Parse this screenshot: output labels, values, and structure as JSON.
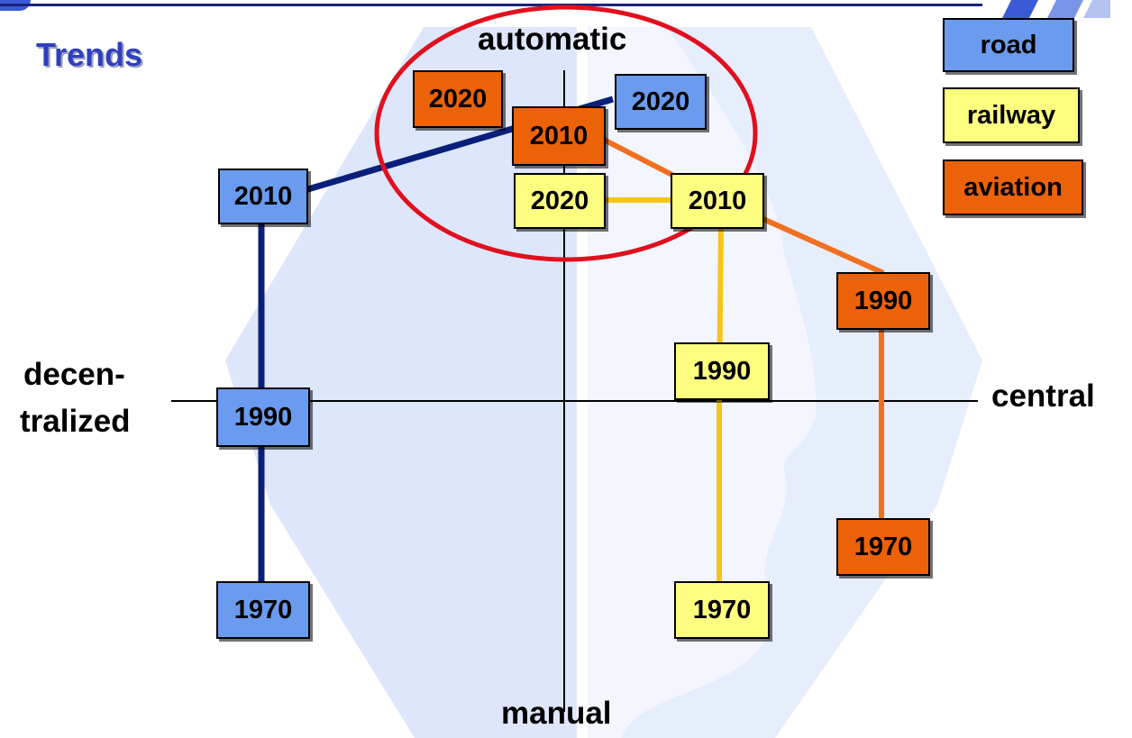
{
  "title": "Trends",
  "axes": {
    "top": "automatic",
    "bottom": "manual",
    "left_line1": "decen-",
    "left_line2": "tralized",
    "right": "central"
  },
  "legend": [
    {
      "label": "road",
      "color": "#6a9bef"
    },
    {
      "label": "railway",
      "color": "#fdfd80"
    },
    {
      "label": "aviation",
      "color": "#ec6208"
    }
  ],
  "road": {
    "y1970": "1970",
    "y1990": "1990",
    "y2010": "2010",
    "y2020": "2020"
  },
  "railway": {
    "y1970": "1970",
    "y1990": "1990",
    "y2010": "2010",
    "y2020": "2020"
  },
  "aviation": {
    "y1970": "1970",
    "y1990": "1990",
    "y2010": "2010",
    "y2020": "2020"
  },
  "colors": {
    "road_line": "#0a1f7a",
    "railway_line": "#f5c518",
    "aviation_line": "#f07020",
    "highlight": "#e0101e"
  }
}
